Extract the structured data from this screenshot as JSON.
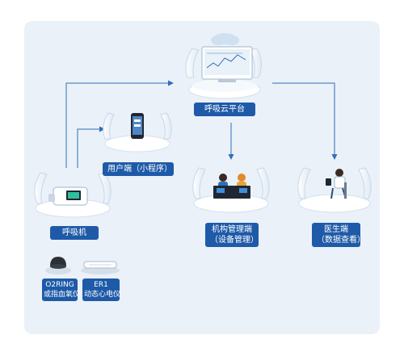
{
  "nodes": {
    "cloud": {
      "label": "呼吸云平台"
    },
    "user": {
      "label": "用户端（小程序）"
    },
    "ventilator": {
      "label": "呼吸机"
    },
    "institution": {
      "line1": "机构管理端",
      "line2": "（设备管理）"
    },
    "doctor": {
      "line1": "医生端",
      "line2": "（数据查看）"
    },
    "o2ring": {
      "line1": "O2RING",
      "line2": "或指血氧仪"
    },
    "er1": {
      "line1": "ER1",
      "line2": "动态心电仪"
    }
  },
  "colors": {
    "panel": "#eaf1f8",
    "label_bg": "#1e5aa8",
    "arrow": "#2f6fb8",
    "platform": "#ffffff"
  }
}
